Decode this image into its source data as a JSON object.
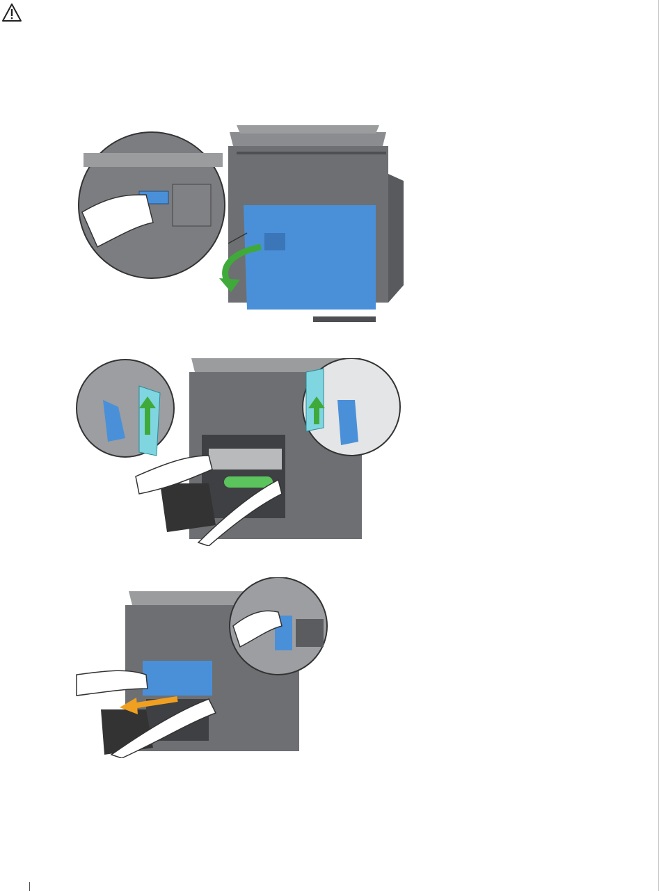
{
  "page": {
    "warning_icon": "warning-triangle-icon"
  },
  "figures": [
    {
      "name": "open-rear-cover",
      "arrow_color": "#3faa3a",
      "part_color": "#4a90d9"
    },
    {
      "name": "raise-fuser-levers",
      "arrow_color": "#3faa3a",
      "part_color": "#4a90d9"
    },
    {
      "name": "remove-fuser",
      "arrow_color": "#f0a020",
      "part_color": "#4a90d9"
    }
  ]
}
